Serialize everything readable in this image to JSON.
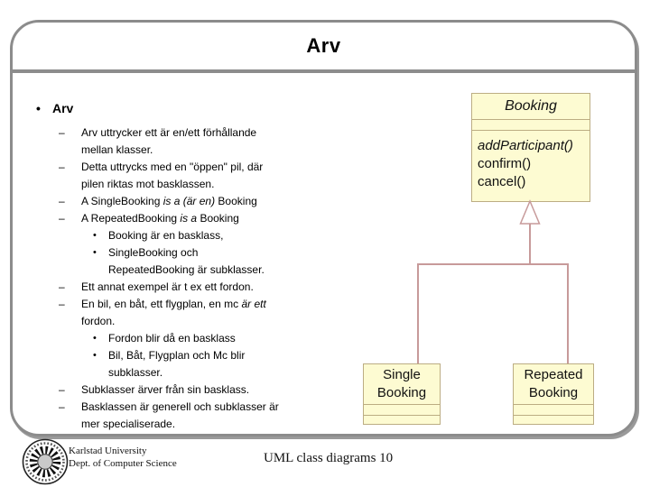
{
  "slide": {
    "title": "Arv",
    "footer": {
      "institution_line1": "Karlstad University",
      "institution_line2": "Dept. of Computer Science",
      "page_label": "UML class diagrams 10",
      "logo": "karlstad-university-seal"
    }
  },
  "bullets": {
    "heading": "Arv",
    "markers": {
      "heading": "•",
      "level1": "–",
      "level2": "•"
    },
    "items": [
      {
        "level": 1,
        "segments": [
          {
            "text": "Arv uttrycker ett är en/ett förhållande\nmellan klasser.",
            "italic": false
          }
        ]
      },
      {
        "level": 1,
        "segments": [
          {
            "text": "Detta uttrycks med en \"öppen\" pil, där\npilen riktas mot basklassen.",
            "italic": false
          }
        ]
      },
      {
        "level": 1,
        "segments": [
          {
            "text": "A SingleBooking ",
            "italic": false
          },
          {
            "text": "is a (är en)",
            "italic": true
          },
          {
            "text": " Booking",
            "italic": false
          }
        ]
      },
      {
        "level": 1,
        "segments": [
          {
            "text": "A RepeatedBooking ",
            "italic": false
          },
          {
            "text": "is a",
            "italic": true
          },
          {
            "text": " Booking",
            "italic": false
          }
        ]
      },
      {
        "level": 2,
        "segments": [
          {
            "text": "Booking är en basklass,",
            "italic": false
          }
        ]
      },
      {
        "level": 2,
        "segments": [
          {
            "text": "SingleBooking och\nRepeatedBooking är subklasser.",
            "italic": false
          }
        ]
      },
      {
        "level": 1,
        "segments": [
          {
            "text": "Ett annat exempel är t ex ett fordon.",
            "italic": false
          }
        ]
      },
      {
        "level": 1,
        "segments": [
          {
            "text": "En bil, en båt, ett flygplan, en mc ",
            "italic": false
          },
          {
            "text": "är ett",
            "italic": true
          },
          {
            "text": "\nfordon.",
            "italic": false
          }
        ]
      },
      {
        "level": 2,
        "segments": [
          {
            "text": "Fordon blir då en basklass",
            "italic": false
          }
        ]
      },
      {
        "level": 2,
        "segments": [
          {
            "text": "Bil, Båt, Flygplan och Mc blir\nsubklasser.",
            "italic": false
          }
        ]
      },
      {
        "level": 1,
        "segments": [
          {
            "text": "Subklasser ärver från sin basklass.",
            "italic": false
          }
        ]
      },
      {
        "level": 1,
        "segments": [
          {
            "text": "Basklassen är generell och subklasser är\nmer specialiserade.",
            "italic": false
          }
        ]
      }
    ]
  },
  "diagram": {
    "base_class": {
      "name": "Booking",
      "name_italic": true,
      "attributes": [],
      "methods": [
        {
          "text": "addParticipant()",
          "italic": true
        },
        {
          "text": "confirm()",
          "italic": false
        },
        {
          "text": "cancel()",
          "italic": false
        }
      ]
    },
    "subclasses": [
      {
        "name": "Single Booking"
      },
      {
        "name": "Repeated Booking"
      }
    ],
    "relationship": "inheritance-open-triangle",
    "colors": {
      "box_fill": "#FDFBD2",
      "box_border": "#BCAD83",
      "connector": "#C79A9A",
      "frame": "#8C8C8C",
      "frame_shadow": "#9A9A9A"
    }
  }
}
